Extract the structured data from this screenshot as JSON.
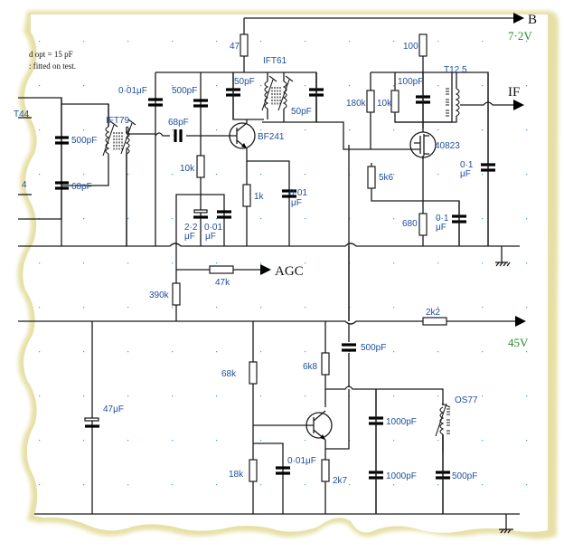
{
  "notes": [
    "d opt = 15 pF",
    ": fitted on test."
  ],
  "outputs": {
    "b": {
      "label": "B",
      "voltage": "7·2V"
    },
    "if": {
      "label": "IF"
    },
    "agc": {
      "label": "AGC"
    },
    "hv": {
      "voltage": "45V"
    }
  },
  "colors": {
    "component_label": "#1f4e9c",
    "voltage_label": "#2a8a2a",
    "paper_edge": "#e9e4b0",
    "grid_dot": "#3aa0d8"
  },
  "components": {
    "ift44": "T44",
    "ift44_pin": "4",
    "c_500pf_a": "500pF",
    "c_68pf_a": "68pF",
    "ift79": "IFT79",
    "c_001uf_a": "0·01μF",
    "c_500pf_b": "500pF",
    "c_68pf_b": "68pF",
    "r_47": "47",
    "ift61": "IFT61",
    "c_50pf_a": "50pF",
    "c_50pf_b": "50pF",
    "q_bf241": "BF241",
    "r_10k_a": "10k",
    "r_1k": "1k",
    "c_001uf_b_1": "0·01",
    "c_001uf_b_2": "μF",
    "c_22uf_1": "2·2",
    "c_22uf_2": "μF",
    "c_001uf_c_1": "0·01",
    "c_001uf_c_2": "μF",
    "r_100": "100",
    "t125": "T12 5",
    "c_100pf": "100pF",
    "r_180k": "180k",
    "r_10k_b": "10k",
    "q_40823": "40823",
    "r_5k6": "5k6",
    "c_01uf_a_1": "0·1",
    "c_01uf_a_2": "μF",
    "r_680": "680",
    "c_01uf_b_1": "0·1",
    "c_01uf_b_2": "μF",
    "r_390k": "390k",
    "r_47k": "47k",
    "r_2k2": "2k2",
    "c_500pf_c": "500pF",
    "r_6k8": "6k8",
    "r_68k": "68k",
    "c_47uf": "47μF",
    "r_18k": "18k",
    "c_001uf_d": "0·01μF",
    "r_2k7": "2k7",
    "c_1000pf_a": "1000pF",
    "c_1000pf_b": "1000pF",
    "os77": "OS77",
    "c_500pf_d": "500pF"
  }
}
